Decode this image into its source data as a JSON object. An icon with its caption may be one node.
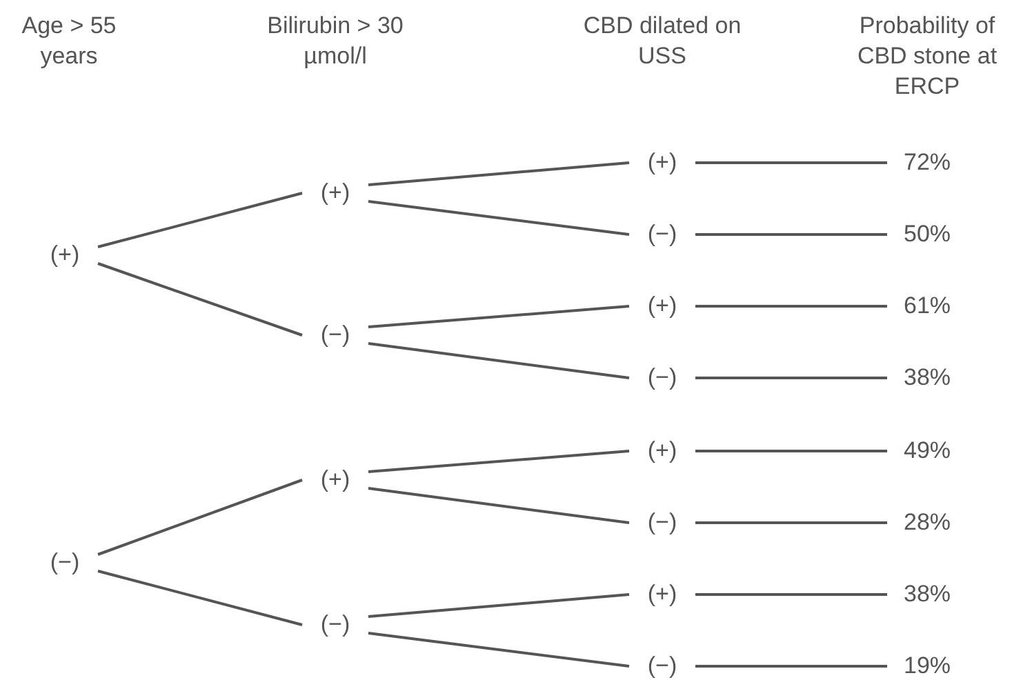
{
  "diagram": {
    "nodes": [
      {
        "text": [
          "(+)"
        ]
      },
      {
        "text": [
          "(−)"
        ]
      },
      {
        "text": [
          "(+)"
        ]
      },
      {
        "text": [
          "(−)"
        ]
      },
      {
        "text": [
          "(+)"
        ]
      },
      {
        "text": [
          "(−)"
        ]
      },
      {
        "text": [
          "(+)"
        ]
      },
      {
        "text": [
          "(−)"
        ]
      },
      {
        "text": [
          "(+)"
        ]
      },
      {
        "text": [
          "(−)"
        ]
      },
      {
        "text": [
          "(+)"
        ]
      },
      {
        "text": [
          "(−)"
        ]
      },
      {
        "text": [
          "(+)"
        ]
      },
      {
        "text": [
          "(−)"
        ]
      },
      {
        "text": [
          "72%"
        ]
      },
      {
        "text": [
          "50%"
        ]
      },
      {
        "text": [
          "61%"
        ]
      },
      {
        "text": [
          "38%"
        ]
      },
      {
        "text": [
          "49%"
        ]
      },
      {
        "text": [
          "28%"
        ]
      },
      {
        "text": [
          "38%"
        ]
      },
      {
        "text": [
          "19%"
        ]
      }
    ],
    "edges": [
      {
        "from": 0,
        "to": 2,
        "arrow": "none"
      },
      {
        "from": 0,
        "to": 3,
        "arrow": "none"
      },
      {
        "from": 1,
        "to": 4,
        "arrow": "none"
      },
      {
        "from": 1,
        "to": 5,
        "arrow": "none"
      },
      {
        "from": 2,
        "to": 6,
        "arrow": "none"
      },
      {
        "from": 2,
        "to": 7,
        "arrow": "none"
      },
      {
        "from": 3,
        "to": 8,
        "arrow": "none"
      },
      {
        "from": 3,
        "to": 9,
        "arrow": "none"
      },
      {
        "from": 4,
        "to": 10,
        "arrow": "none"
      },
      {
        "from": 4,
        "to": 11,
        "arrow": "none"
      },
      {
        "from": 5,
        "to": 12,
        "arrow": "none"
      },
      {
        "from": 5,
        "to": 13,
        "arrow": "none"
      },
      {
        "from": 6,
        "to": 14,
        "arrow": "none"
      },
      {
        "from": 7,
        "to": 15,
        "arrow": "none"
      },
      {
        "from": 8,
        "to": 16,
        "arrow": "none"
      },
      {
        "from": 9,
        "to": 17,
        "arrow": "none"
      },
      {
        "from": 10,
        "to": 18,
        "arrow": "none"
      },
      {
        "from": 11,
        "to": 19,
        "arrow": "none"
      },
      {
        "from": 12,
        "to": 20,
        "arrow": "none"
      },
      {
        "from": 13,
        "to": 21,
        "arrow": "none"
      }
    ],
    "labels": [
      "Age > 55 years",
      "Bilirubin > 30 µmol/l",
      "CBD dilated on USS",
      "Probability of CBD stone at ERCP"
    ]
  }
}
